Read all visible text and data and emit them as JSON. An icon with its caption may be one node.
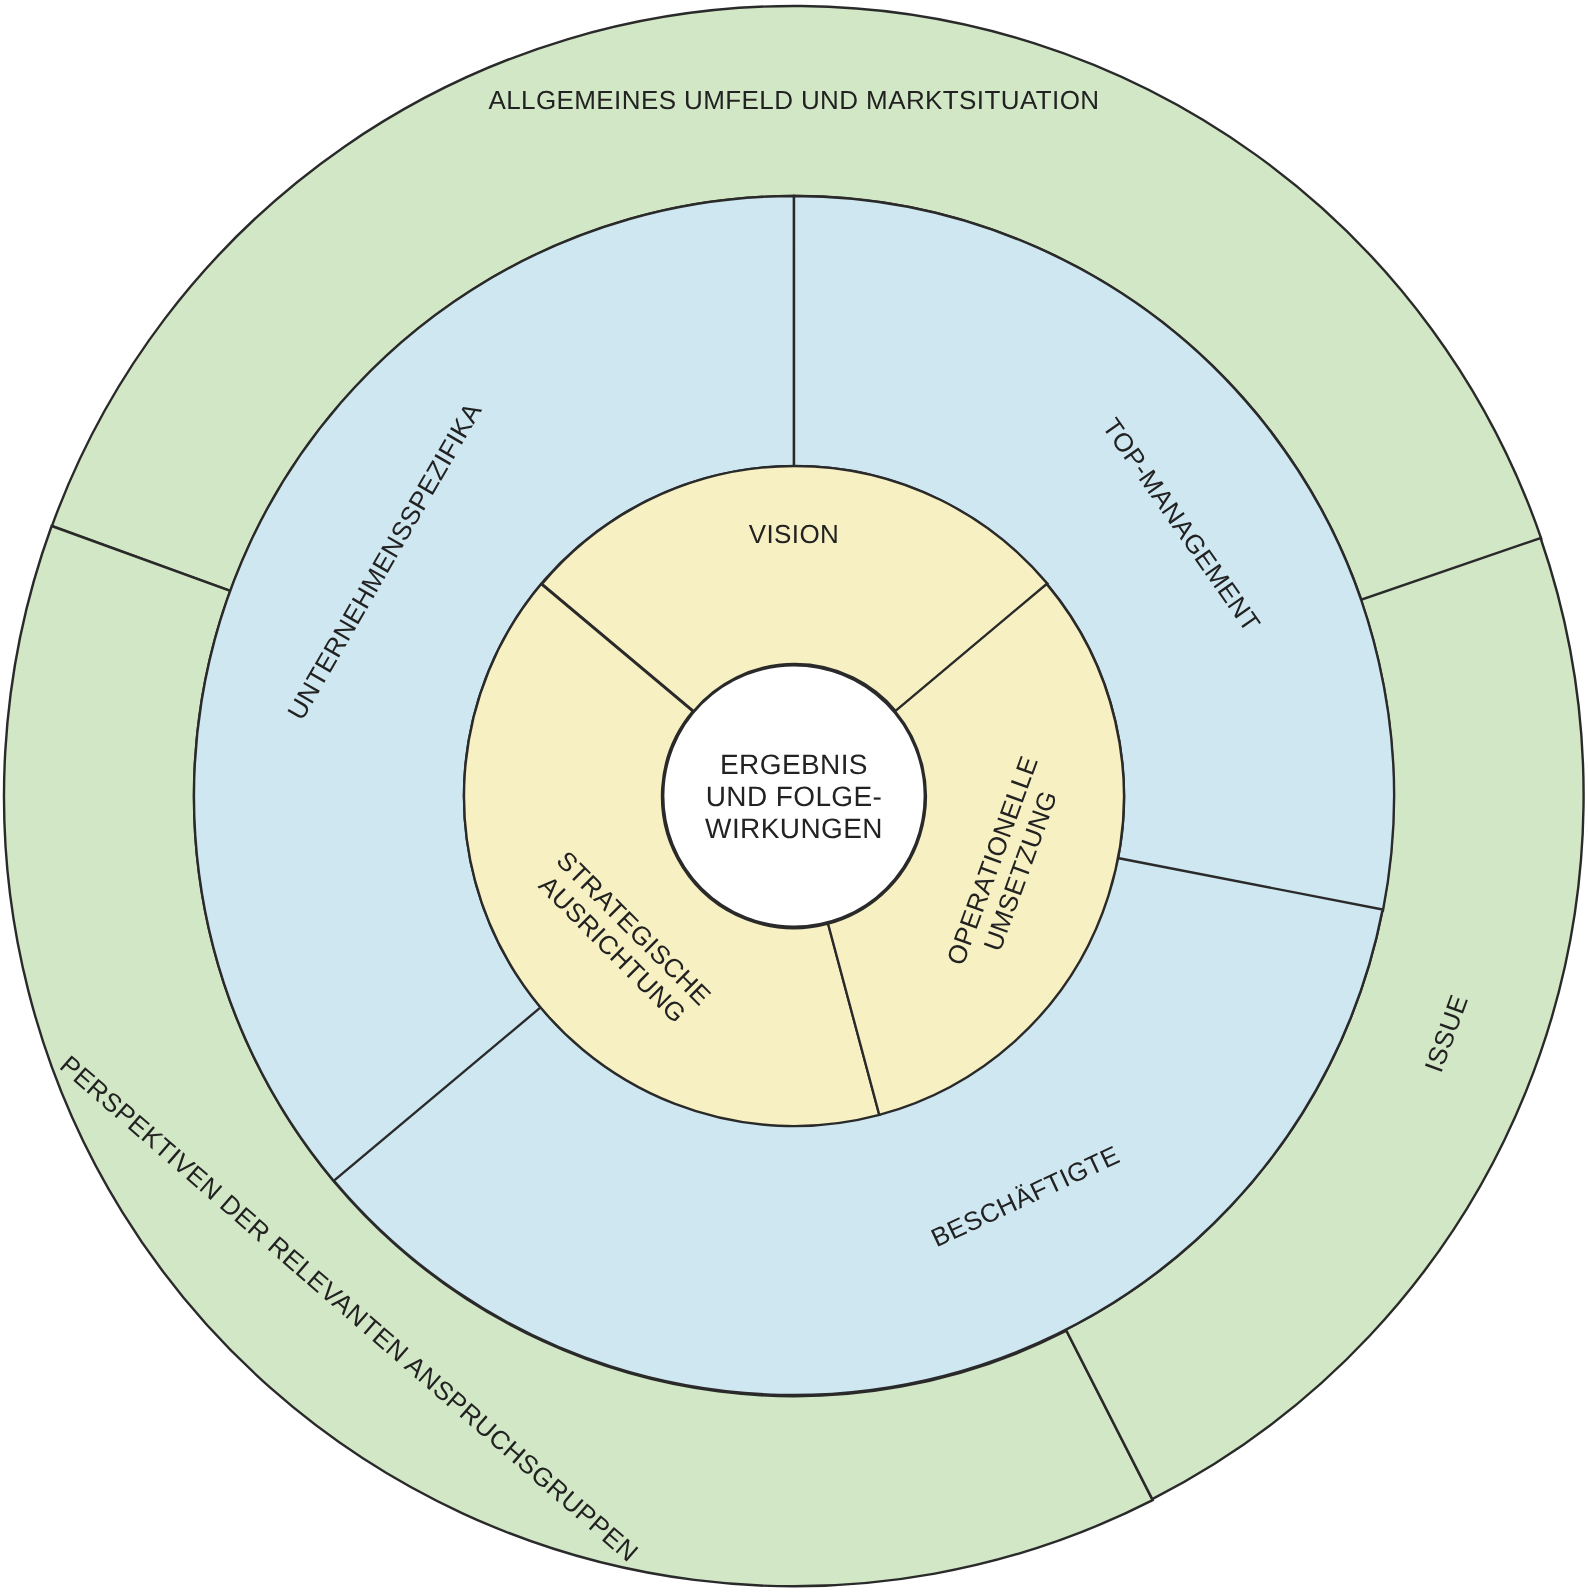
{
  "diagram": {
    "nodes": [
      {
        "text": [
          "ALLGEMEINES UMFELD UND MARKTSITUATION"
        ]
      },
      {
        "text": [
          "PERSPEKTIVEN DER RELEVANTEN ANSPRUCHSGRUPPEN"
        ]
      },
      {
        "text": [
          "ISSUE"
        ]
      },
      {
        "text": [
          "UNTERNEHMENSSPEZIFIKA"
        ]
      },
      {
        "text": [
          "TOP-MANAGEMENT"
        ]
      },
      {
        "text": [
          "BESCHÄFTIGTE"
        ]
      },
      {
        "text": [
          "VISION"
        ]
      },
      {
        "text": [
          "STRATEGISCHE AUSRICHTUNG"
        ]
      },
      {
        "text": [
          "OPERATIONELLE UMSETZUNG"
        ]
      },
      {
        "text": [
          "ERGEBNIS UND FOLGE-WIRKUNGEN"
        ]
      }
    ]
  }
}
